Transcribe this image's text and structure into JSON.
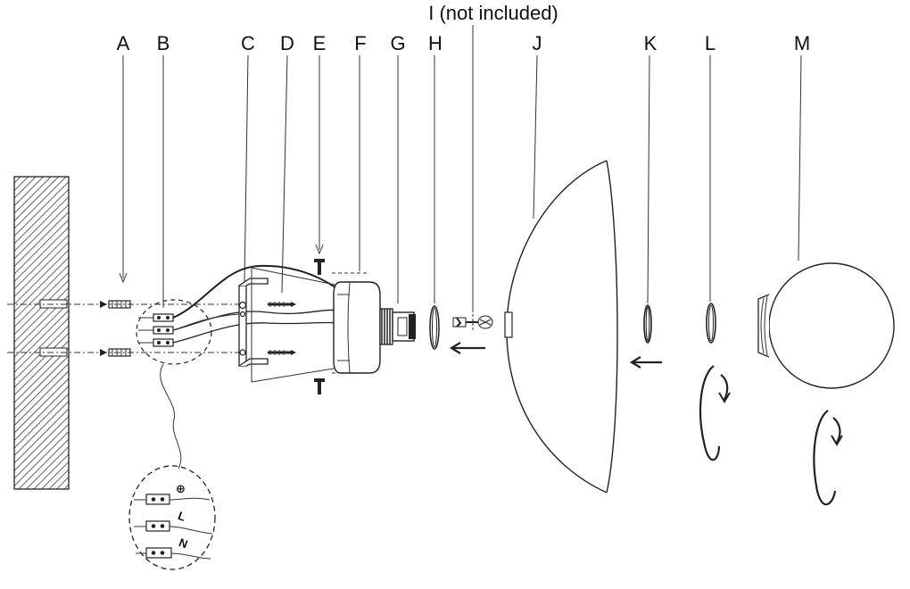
{
  "labels": {
    "A": "A",
    "B": "B",
    "C": "C",
    "D": "D",
    "E": "E",
    "F": "F",
    "G": "G",
    "H": "H",
    "I": "I (not included)",
    "J": "J",
    "K": "K",
    "L": "L",
    "M": "M"
  },
  "terminal_marks": {
    "earth": "⊕",
    "live": "L",
    "neutral": "N"
  }
}
